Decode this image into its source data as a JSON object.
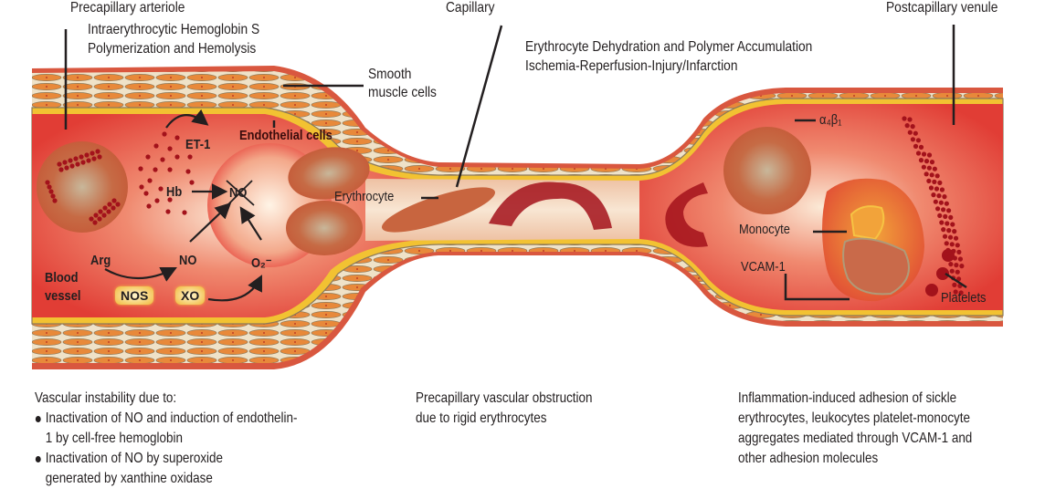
{
  "labels": {
    "precapillary_arteriole": "Precapillary arteriole",
    "heading_left_line1": "Intraerythrocytic Hemoglobin S",
    "heading_left_line2": "Polymerization and Hemolysis",
    "capillary": "Capillary",
    "heading_mid_line1": "Erythrocyte Dehydration and Polymer Accumulation",
    "heading_mid_line2": "Ischemia-Reperfusion-Injury/Infarction",
    "postcapillary_venule": "Postcapillary venule",
    "smooth_muscle_line1": "Smooth",
    "smooth_muscle_line2": "muscle cells",
    "endothelial_cells": "Endothelial cells",
    "erythrocyte": "Erythrocyte",
    "alpha4beta1": "α₄β₁",
    "monocyte": "Monocyte",
    "vcam1": "VCAM-1",
    "platelets": "Platelets",
    "et1": "ET-1",
    "hb": "Hb",
    "no_inactivated": "NO",
    "arg": "Arg",
    "no": "NO",
    "o2": "O₂⁻",
    "nos": "NOS",
    "xo": "XO",
    "blood_line1": "Blood",
    "blood_line2": "vessel"
  },
  "captions": {
    "left": {
      "title": "Vascular instability due to:",
      "bullets": [
        "Inactivation of NO and induction of endothelin-1 by cell-free hemoglobin",
        "Inactivation of NO by superoxide generated by xanthine oxidase"
      ]
    },
    "middle": [
      "Precapillary vascular obstruction",
      "due to rigid erythrocytes"
    ],
    "right": [
      "Inflammation-induced adhesion of sickle",
      "erythrocytes, leukocytes platelet-monocyte",
      "aggregates mediated through VCAM-1 and",
      "other adhesion molecules"
    ]
  },
  "colors": {
    "lumen": "#e8493f",
    "wall_outer": "#d9573f",
    "muscle": "#e8893a",
    "endothelium": "#f2c232",
    "capillary_bg": "#f4d9c0",
    "sickle_dot": "#a3121b",
    "cell_body": "#c75f3a"
  }
}
